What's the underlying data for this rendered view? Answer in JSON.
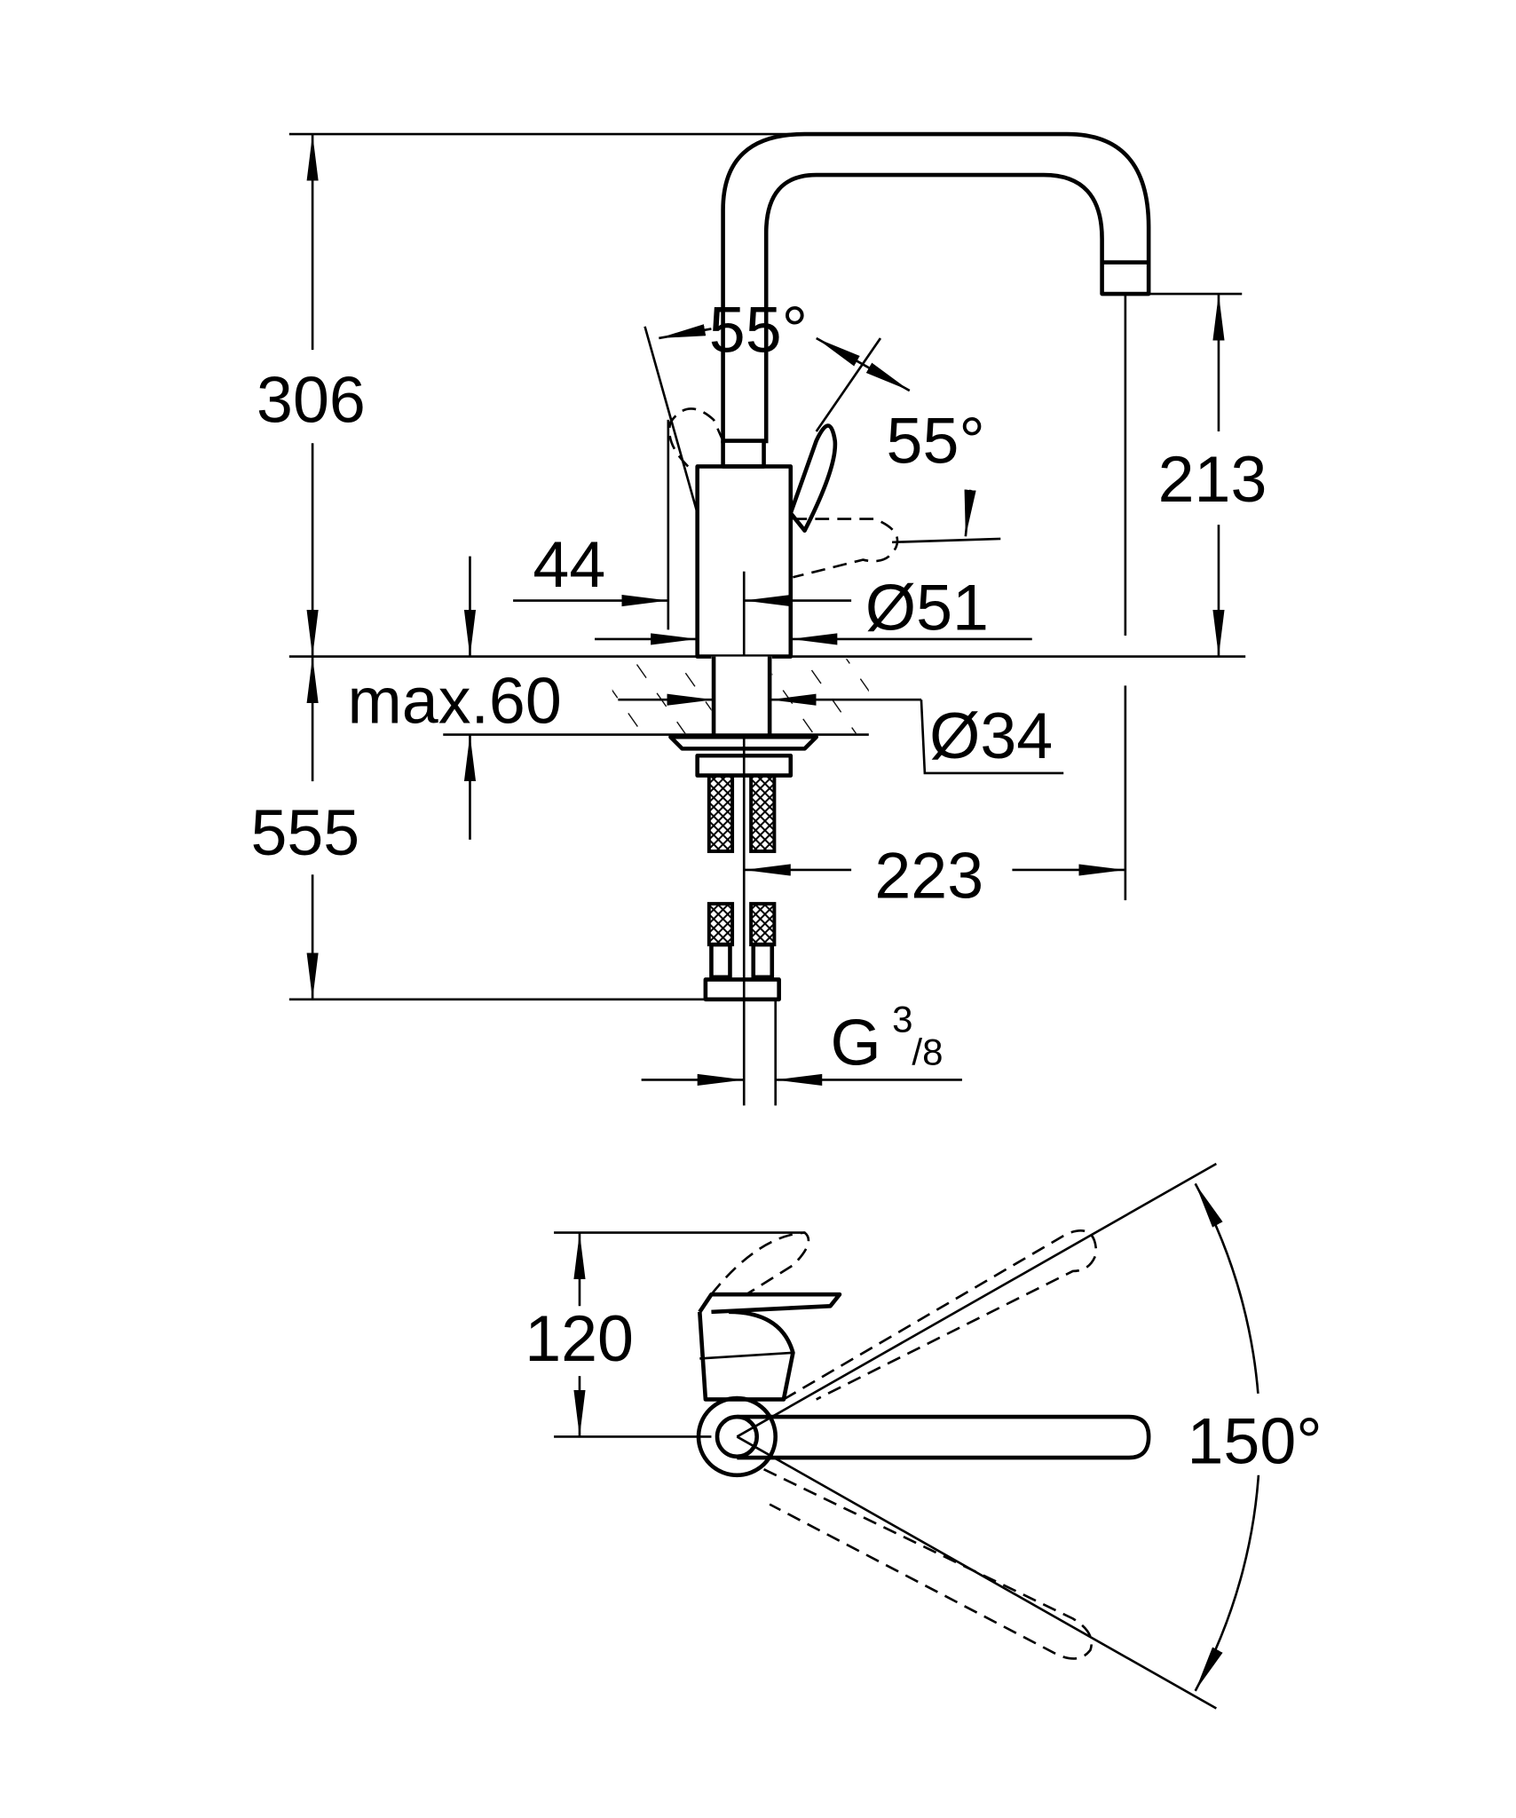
{
  "dimensions": {
    "total_height": "306",
    "spout_height": "213",
    "handle_clearance": "44",
    "body_diameter": "Ø51",
    "counter_thickness": "max.60",
    "shank_diameter": "Ø34",
    "below_counter": "555",
    "spout_reach": "223",
    "connection_letter": "G",
    "connection_num": "3",
    "connection_den": "/8",
    "lever_angle_1": "55°",
    "lever_angle_2": "55°",
    "top_height": "120",
    "swivel_angle": "150°"
  },
  "colors": {
    "line": "#000000",
    "background": "#ffffff"
  }
}
